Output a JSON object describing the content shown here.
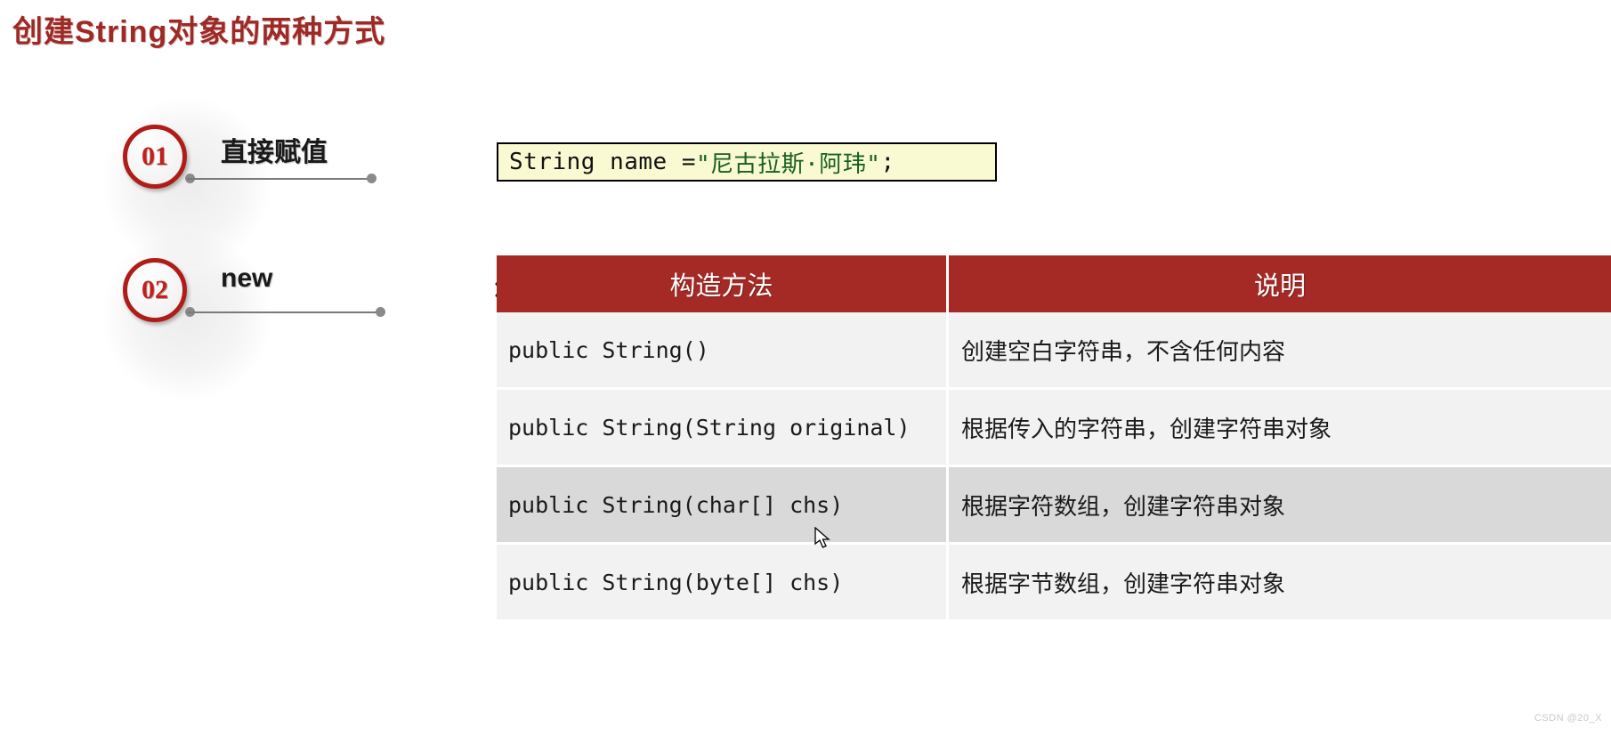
{
  "slide": {
    "title": "创建String对象的两种方式",
    "title_color": "#9e2a26"
  },
  "steps": [
    {
      "number": "01",
      "label": "直接赋值"
    },
    {
      "number": "02",
      "label": "new"
    }
  ],
  "code_box": {
    "prefix": "String name = ",
    "string_literal": "\"尼古拉斯·阿玮\"",
    "suffix": ";",
    "background": "#fafad2",
    "string_color": "#17601d"
  },
  "table": {
    "header_color": "#a52a25",
    "headers": [
      "构造方法",
      "说明"
    ],
    "rows": [
      {
        "method": "public String()",
        "desc": "创建空白字符串，不含任何内容"
      },
      {
        "method": "public String(String original)",
        "desc": "根据传入的字符串，创建字符串对象"
      },
      {
        "method": "public String(char[] chs)",
        "desc": "根据字符数组，创建字符串对象"
      },
      {
        "method": "public String(byte[] chs)",
        "desc": "根据字节数组，创建字符串对象"
      }
    ]
  },
  "watermark": "CSDN @20_X"
}
